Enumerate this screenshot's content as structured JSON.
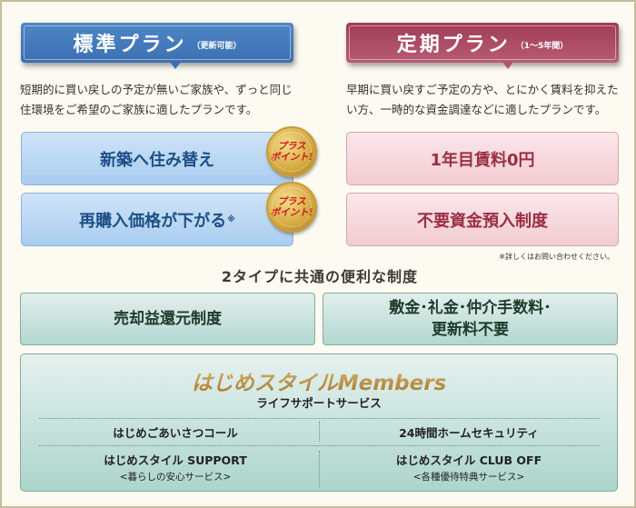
{
  "standard_plan": {
    "title": "標準プラン",
    "subtitle": "（更新可能）",
    "color": "#3b70b2",
    "description": "短期的に買い戻しの予定が無いご家族や、ずっと同じ住環境をご希望のご家族に適したプランです。",
    "features": [
      {
        "label": "新築へ住み替え",
        "asterisk": "",
        "badge": [
          "プラス",
          "ポイント!"
        ]
      },
      {
        "label": "再購入価格が下がる",
        "asterisk": "※",
        "badge": [
          "プラス",
          "ポイント!"
        ]
      }
    ]
  },
  "fixed_plan": {
    "title": "定期プラン",
    "subtitle": "（1～5年間）",
    "color": "#a03c55",
    "description": "早期に買い戻すご予定の方や、とにかく賃料を抑えたい方、一時的な資金調達などに適したプランです。",
    "features": [
      {
        "label": "1年目賃料0円"
      },
      {
        "label": "不要資金預入制度"
      }
    ]
  },
  "note": "※詳しくはお問い合わせください。",
  "common": {
    "title": "2タイプに共通の便利な制度",
    "items": [
      {
        "line1": "売却益還元制度",
        "line2": ""
      },
      {
        "line1": "敷金･礼金･仲介手数料･",
        "line2": "更新料不要"
      }
    ]
  },
  "members": {
    "title": "はじめスタイルMembers",
    "subtitle": "ライフサポートサービス",
    "services": [
      {
        "main": "はじめごあいさつコール",
        "sub": ""
      },
      {
        "main": "24時間ホームセキュリティ",
        "sub": ""
      },
      {
        "main": "はじめスタイル SUPPORT",
        "sub": "<暮らしの安心サービス>"
      },
      {
        "main": "はじめスタイル CLUB OFF",
        "sub": "<各種優待特典サービス>"
      }
    ]
  }
}
